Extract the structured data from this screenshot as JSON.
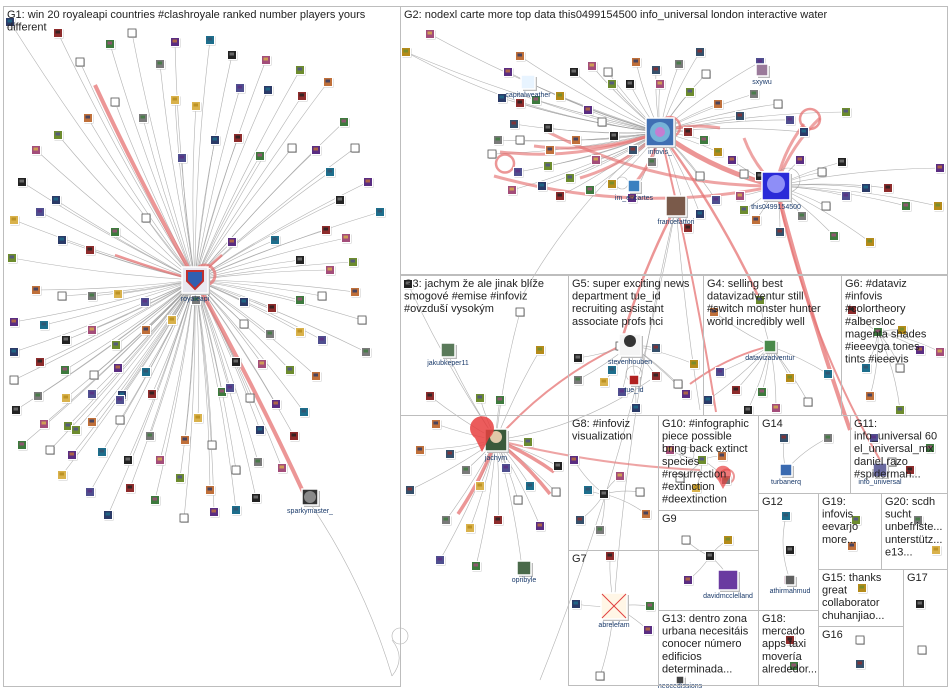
{
  "groups": [
    {
      "id": "G1",
      "lines": [
        "G1: win 20 royaleapi countries #clashroyale ranked number players yours",
        "different"
      ]
    },
    {
      "id": "G2",
      "lines": [
        "G2: nodexl carte more top data this0499154500 info_universal london interactive water"
      ]
    },
    {
      "id": "G3",
      "lines": [
        "G3: jachym že ale jinak blíže",
        "smogové #emise #infoviz",
        "#ovzduší vysokým"
      ]
    },
    {
      "id": "G5",
      "lines": [
        "G5: super exciting news",
        "department tue_id",
        "recruiting assistant",
        "associate profs hci"
      ]
    },
    {
      "id": "G4",
      "lines": [
        "G4: selling best",
        "datavizadventur still",
        "#switch monster hunter",
        "world incredibly well"
      ]
    },
    {
      "id": "G6",
      "lines": [
        "G6: #dataviz",
        "#infovis",
        "#colortheory",
        "#albersloc",
        "magenta shades",
        "#ieeevga tones",
        "tints #ieeevis"
      ]
    },
    {
      "id": "G8",
      "lines": [
        "G8: #infoviz",
        "visualization"
      ]
    },
    {
      "id": "G10",
      "lines": [
        "G10: #infographic",
        "piece possible",
        "bring back extinct",
        "species",
        "#resurrection",
        "#extinction",
        "#deextinction"
      ]
    },
    {
      "id": "G14",
      "lines": [
        "G14"
      ]
    },
    {
      "id": "G11",
      "lines": [
        "G11:",
        "info_universal 60",
        "el_universal_mx",
        "daniel razo",
        "#spiderman..."
      ]
    },
    {
      "id": "G9",
      "lines": [
        "G9"
      ]
    },
    {
      "id": "G12",
      "lines": [
        "G12"
      ]
    },
    {
      "id": "G19",
      "lines": [
        "G19:",
        "infovis",
        "eevarjo",
        "more..."
      ]
    },
    {
      "id": "G20",
      "lines": [
        "G20: scdh",
        "sucht",
        "unbefriste...",
        "unterstütz...",
        "e13..."
      ]
    },
    {
      "id": "G7",
      "lines": [
        "G7"
      ]
    },
    {
      "id": "G15",
      "lines": [
        "G15: thanks",
        "great",
        "collaborator",
        "chuhanjiao..."
      ]
    },
    {
      "id": "G17",
      "lines": [
        "G17"
      ]
    },
    {
      "id": "G16",
      "lines": [
        "G16"
      ]
    },
    {
      "id": "G13",
      "lines": [
        "G13: dentro zona",
        "urbana necesitáis",
        "conocer número",
        "edificios",
        "determinada..."
      ]
    },
    {
      "id": "G18",
      "lines": [
        "G18:",
        "mercado",
        "apps taxi",
        "movería",
        "alrededor..."
      ]
    }
  ],
  "node_labels": {
    "royaleapi": "royaleapi",
    "sparkymaster": "sparkymaster_",
    "capitalweather": "capitalweather",
    "infovis": "infovis_",
    "sxywu": "sxywu",
    "this0499154500": "this0499154500",
    "im_encartes": "im_encartes",
    "francefattori": "francefattori",
    "jakubkeper11": "jakubkeper11",
    "jachym": "jachym",
    "opribyle": "opribyle",
    "stevenhouben": "stevenhouben",
    "tue_id": "tue_id",
    "datavizadventur": "datavizadventur",
    "turbanerq": "turbanerq",
    "info_universal": "info_universal",
    "davidmcclelland": "davidmcclelland",
    "athirmahmud": "athirmahmud",
    "abrelefam": "abrelefam",
    "nextgen": "neocedissions"
  },
  "colors": {
    "edge_grey": "#9e9e9e",
    "edge_red": "#e57373",
    "group_border": "#bdbdbd",
    "label_blue": "#1a3a6a"
  }
}
